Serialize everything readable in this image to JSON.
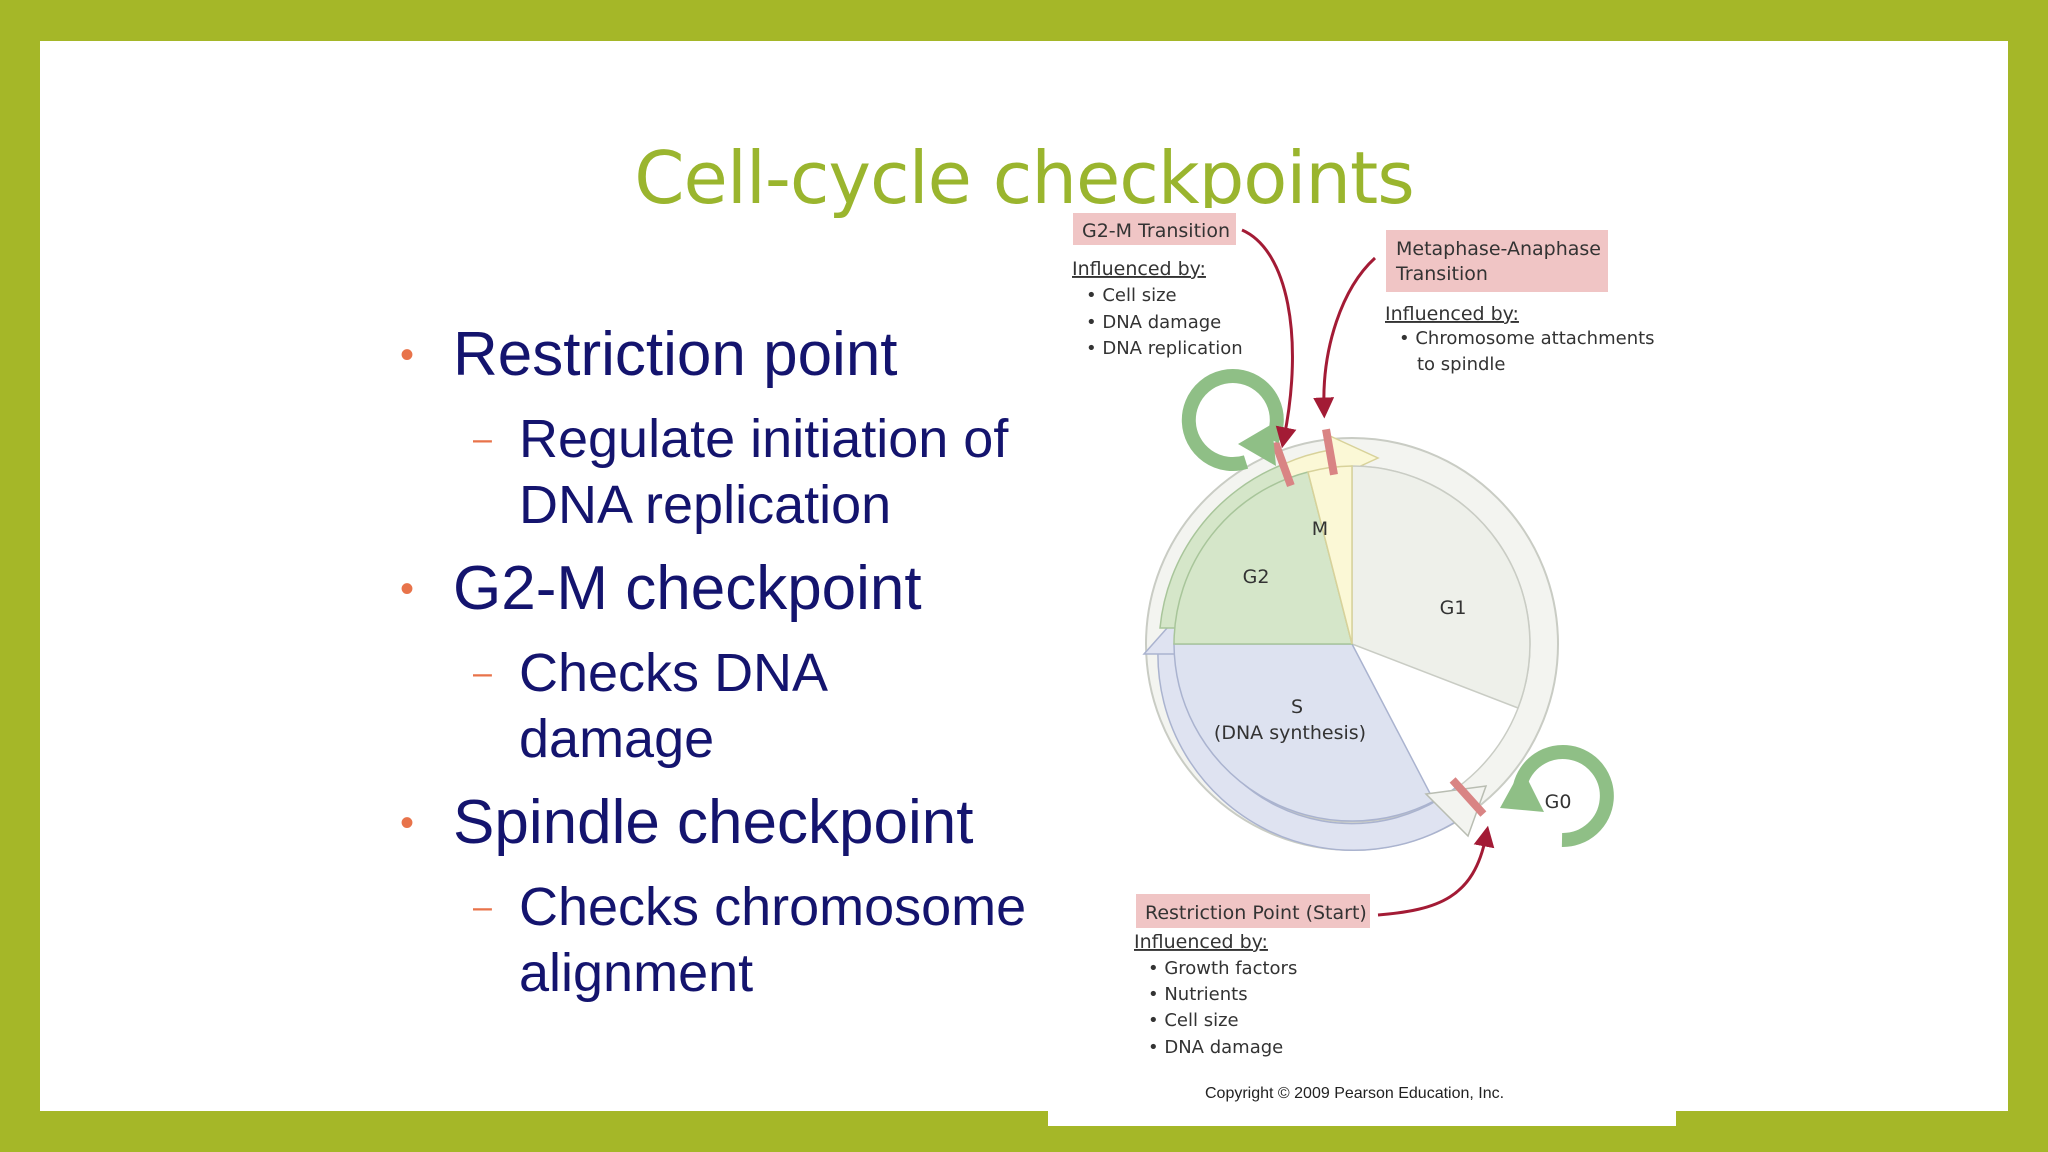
{
  "slide": {
    "title": "Cell-cycle checkpoints",
    "bullets": [
      {
        "text": "Restriction point",
        "sub": [
          "Regulate initiation of",
          "DNA replication"
        ]
      },
      {
        "text": "G2-M checkpoint",
        "sub": [
          "Checks DNA",
          "damage"
        ]
      },
      {
        "text": "Spindle checkpoint",
        "sub": [
          "Checks chromosome",
          "alignment"
        ]
      }
    ],
    "bullet_glyph": "•",
    "dash_glyph": "–"
  },
  "figure": {
    "g2m": {
      "title": "G2-M Transition",
      "influenced": "Influenced by:",
      "items": [
        "Cell size",
        "DNA damage",
        "DNA replication"
      ]
    },
    "meta": {
      "title_line1": "Metaphase-Anaphase",
      "title_line2": "Transition",
      "influenced": "Influenced by:",
      "items_line1": "Chromosome attachments",
      "items_line2": "to spindle"
    },
    "restriction": {
      "title": "Restriction Point (Start)",
      "influenced": "Influenced by:",
      "items": [
        "Growth factors",
        "Nutrients",
        "Cell size",
        "DNA damage"
      ]
    },
    "phases": {
      "m": "M",
      "g2": "G2",
      "g1": "G1",
      "s": "S",
      "s_sub": "(DNA synthesis)",
      "g0": "G0"
    },
    "copyright": "Copyright © 2009 Pearson Education, Inc.",
    "colors": {
      "g1": "#eef0ea",
      "g2": "#d5e6c9",
      "s": "#dde2f0",
      "m": "#fbf8d6",
      "checkpoint_box": "#f0c5c5",
      "arrow_red": "#a31b35",
      "g0_arrow": "#8fbf86"
    }
  }
}
